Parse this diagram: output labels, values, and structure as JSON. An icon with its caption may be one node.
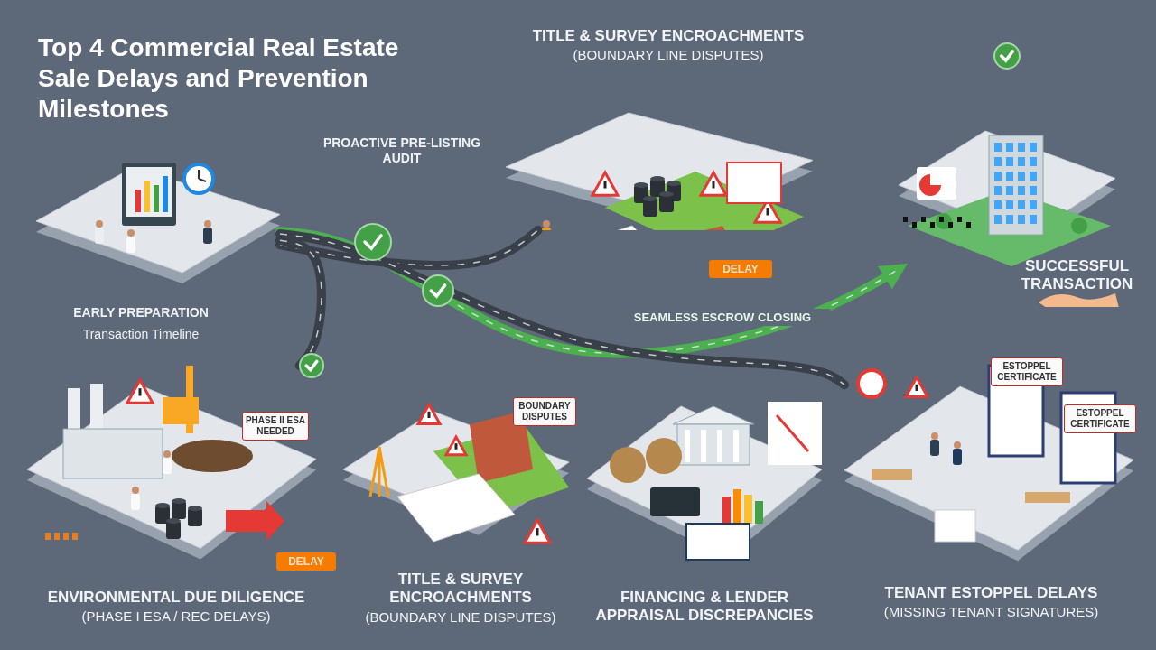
{
  "diagram": {
    "title": "Top 4 Commercial Real Estate Sale Delays and Prevention Milestones",
    "nodes": [
      {
        "text": [],
        "shape": "picture"
      },
      {
        "text": [
          "TITLE & SURVEY ENCROACHMENTS",
          "(BOUNDARY LINE DISPUTES)"
        ]
      },
      {
        "text": [
          "SUCCESSFUL TRANSACTION"
        ]
      },
      {
        "text": [
          "ENVIRONMENTAL DUE DILIGENCE",
          "(PHASE I ESA / REC DELAYS)"
        ]
      },
      {
        "text": [
          "TITLE & SURVEY ENCROACHMENTS",
          "(BOUNDARY LINE DISPUTES)"
        ]
      },
      {
        "text": [
          "FINANCING & LENDER APPRAISAL DISCREPANCIES"
        ]
      },
      {
        "text": [
          "TENANT ESTOPPEL DELAYS",
          "(MISSING TENANT SIGNATURES)"
        ]
      }
    ],
    "edges": [
      {
        "from": 0,
        "to": 2,
        "arrow": "to",
        "label": "SEAMLESS ESCROW CLOSING",
        "color": "#4caf50"
      },
      {
        "from": 0,
        "to": 1,
        "arrow": "none"
      },
      {
        "from": 0,
        "to": 3,
        "arrow": "none"
      },
      {
        "from": 0,
        "to": 6,
        "arrow": "none"
      }
    ],
    "labels": [
      "PROACTIVE PRE-LISTING AUDIT",
      "EARLY PREPARATION",
      "Transaction Timeline",
      "DELAY",
      "PHASE II ESA NEEDED",
      "BOUNDARY DISPUTES",
      "ESTOPPEL CERTIFICATE",
      "ESTOPPEL CERTIFICATE",
      "DELAY"
    ]
  }
}
